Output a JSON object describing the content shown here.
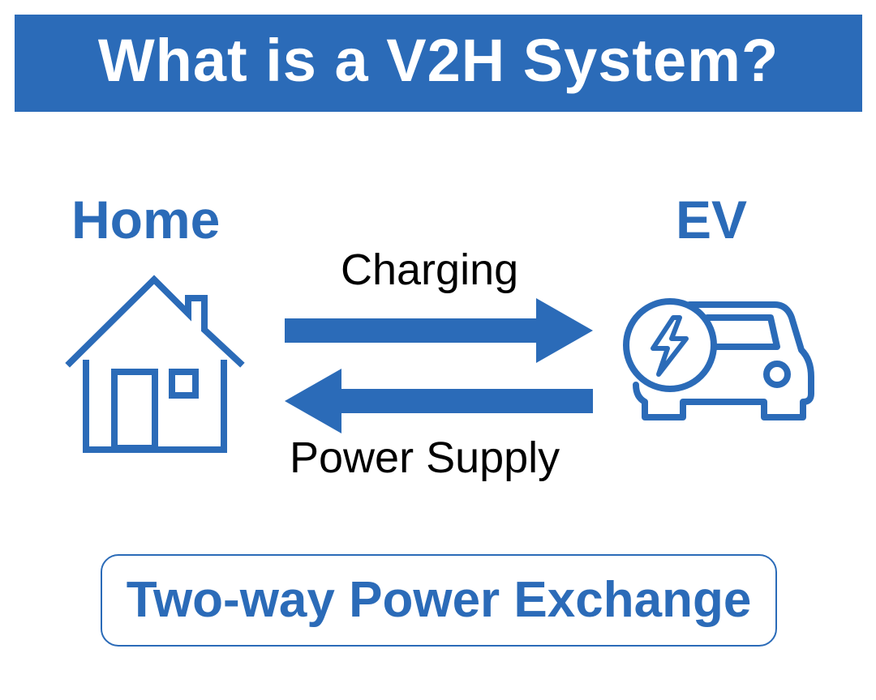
{
  "header": {
    "title": "What is a V2H System?"
  },
  "nodes": {
    "home": {
      "label": "Home",
      "icon": "house-icon"
    },
    "ev": {
      "label": "EV",
      "icon": "electric-car-icon"
    }
  },
  "flows": {
    "charging": {
      "label": "Charging",
      "direction": "home-to-ev"
    },
    "power_supply": {
      "label": "Power Supply",
      "direction": "ev-to-home"
    }
  },
  "footer": {
    "tagline": "Two-way Power Exchange"
  },
  "colors": {
    "accent": "#2b6bb8",
    "text": "#000000",
    "background": "#ffffff"
  }
}
